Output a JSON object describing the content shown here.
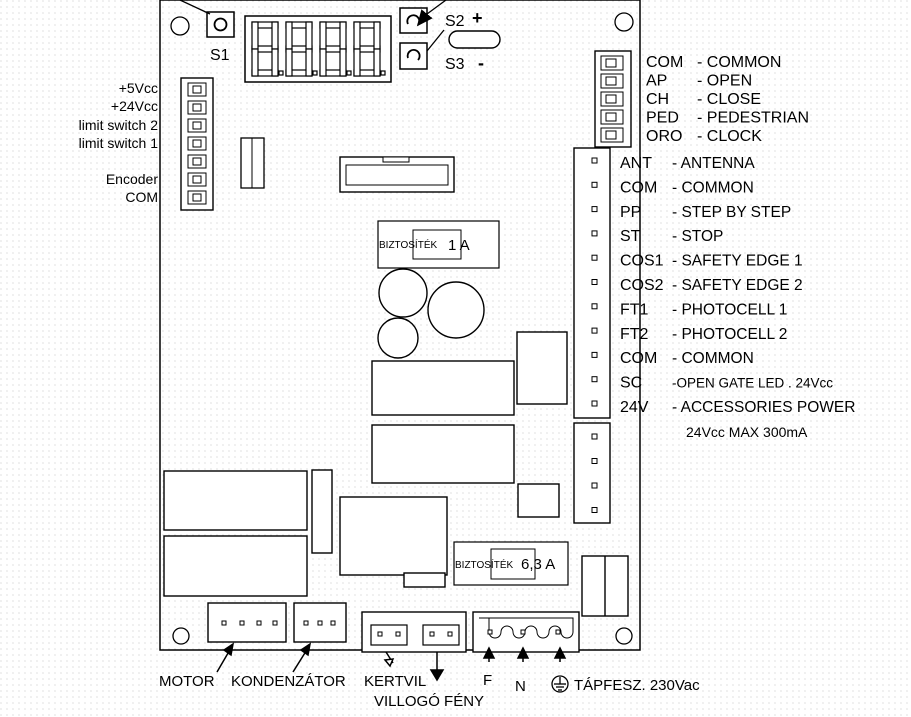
{
  "switches": {
    "s1": "S1",
    "s2": "S2",
    "s2_sign": "+",
    "s3": "S3",
    "s3_sign": "-"
  },
  "encoder_labels": [
    "+5Vcc",
    "+24Vcc",
    "limit switch 2",
    "limit switch 1",
    "Encoder",
    "COM"
  ],
  "top_connector": [
    {
      "code": "COM",
      "desc": "- COMMON"
    },
    {
      "code": "AP",
      "desc": "- OPEN"
    },
    {
      "code": "CH",
      "desc": "- CLOSE"
    },
    {
      "code": "PED",
      "desc": "- PEDESTRIAN"
    },
    {
      "code": "ORO",
      "desc": "- CLOCK"
    }
  ],
  "terminals": [
    {
      "code": "ANT",
      "desc": "- ANTENNA"
    },
    {
      "code": "COM",
      "desc": "- COMMON"
    },
    {
      "code": "PP",
      "desc": "- STEP BY STEP"
    },
    {
      "code": "ST",
      "desc": "- STOP"
    },
    {
      "code": "COS1",
      "desc": "- SAFETY EDGE 1"
    },
    {
      "code": "COS2",
      "desc": "- SAFETY EDGE 2"
    },
    {
      "code": "FT1",
      "desc": "- PHOTOCELL 1"
    },
    {
      "code": "FT2",
      "desc": "- PHOTOCELL 2"
    },
    {
      "code": "COM",
      "desc": "- COMMON"
    },
    {
      "code": "SC",
      "desc": "-OPEN GATE LED . 24Vcc"
    },
    {
      "code": "24V",
      "desc": "- ACCESSORIES POWER"
    }
  ],
  "accessories_note": "24Vcc MAX 300mA",
  "fuse1": {
    "word": "BIZTOSÍTÉK",
    "value": "1 A"
  },
  "fuse2": {
    "word": "BIZTOSÍTÉK",
    "value": "6,3 A"
  },
  "bottom_labels": {
    "motor": "MOTOR",
    "kondenzator": "KONDENZÁTOR",
    "kertvil": "KERTVIL",
    "villogo": "VILLOGÓ FÉNY",
    "f": "F",
    "n": "N",
    "tapfesz": "TÁPFESZ. 230Vac"
  },
  "display": {
    "digits": "8.8.8.8."
  }
}
